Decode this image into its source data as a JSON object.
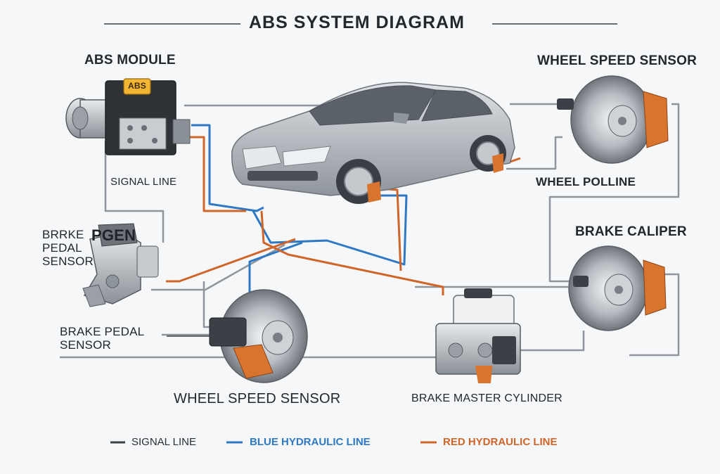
{
  "title": "ABS SYSTEM DIAGRAM",
  "labels": {
    "abs_module": "ABS MODULE",
    "abs_badge": "ABS",
    "signal_line": "SIGNAL LINE",
    "brake_pedal_sensor_top": "BRRKE\nPEDAL\nSENSOR",
    "pedal_overlay": "PGEN",
    "brake_pedal_sensor": "BRAKE PEDAL\nSENSOR",
    "wheel_speed_sensor_bottom": "WHEEL SPEED SENSOR",
    "wheel_speed_sensor_top": "WHEEL SPEED SENSOR",
    "wheel_polline": "WHEEL POLLINE",
    "brake_caliper": "BRAKE CALIPER",
    "brake_master_cylinder": "BRAKE MASTER CYLINDER"
  },
  "legend": {
    "signal": "SIGNAL LINE",
    "blue": "BLUE HYDRAULIC LINE",
    "red": "RED HYDRAULIC LINE"
  },
  "colors": {
    "signal": "#8f959c",
    "blue": "#2f78c4",
    "red": "#d0652a",
    "caliper": "#d9742f",
    "car_body": "#b9bec4",
    "badge": "#f2b634"
  }
}
